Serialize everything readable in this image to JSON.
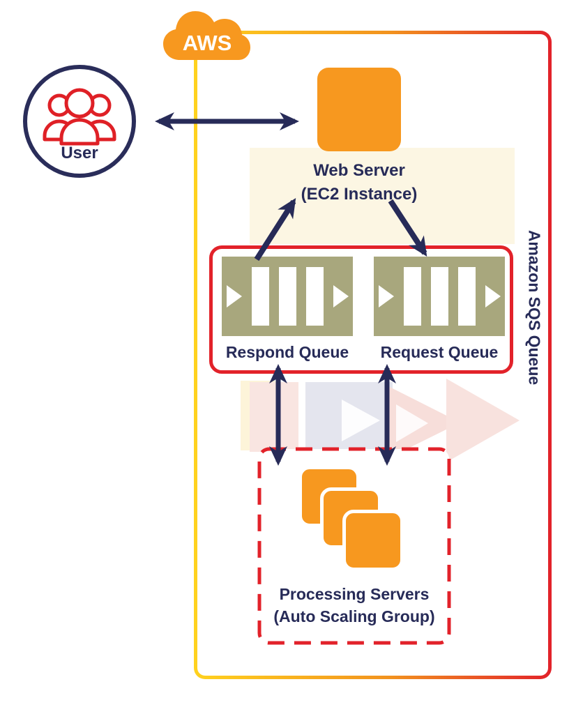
{
  "diagram": {
    "aws_cloud": {
      "label": "AWS"
    },
    "user": {
      "label": "User"
    },
    "web_server": {
      "title": "Web Server",
      "subtitle": "(EC2 Instance)"
    },
    "sqs": {
      "side_label": "Amazon SQS Queue",
      "queues": [
        {
          "label": "Respond Queue"
        },
        {
          "label": "Request Queue"
        }
      ]
    },
    "processing": {
      "title": "Processing Servers",
      "subtitle": "(Auto Scaling Group)"
    },
    "colors": {
      "aws_orange": "#F7981F",
      "navy": "#272B58",
      "red": "#E2222A",
      "yellow": "#FFD21E",
      "queue_olive": "#A8A77D"
    }
  }
}
